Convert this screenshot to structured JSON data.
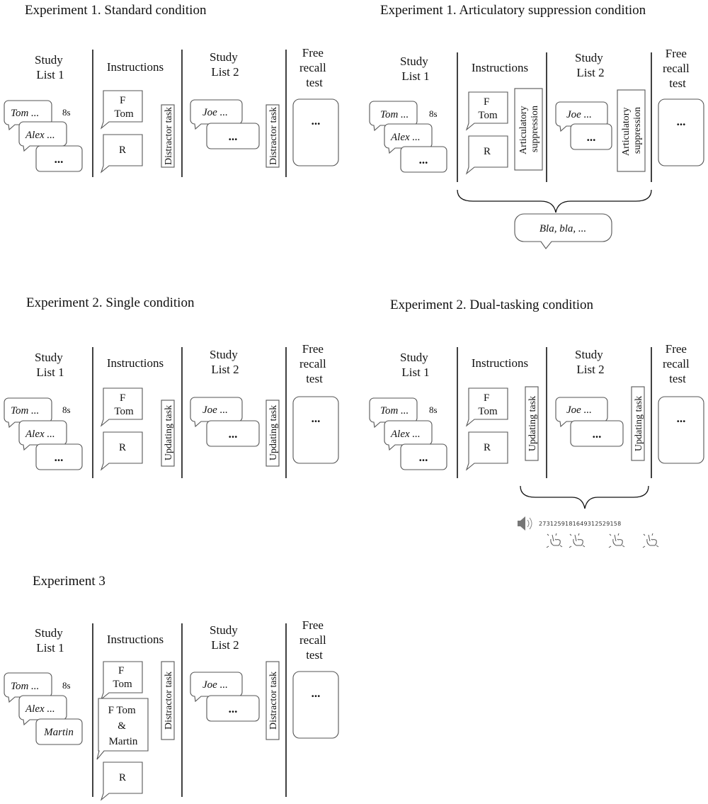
{
  "labels": {
    "study_list_1": [
      "Study",
      "List 1"
    ],
    "instructions": "Instructions",
    "study_list_2": [
      "Study",
      "List 2"
    ],
    "free_recall_test": [
      "Free",
      "recall",
      "test"
    ],
    "duration": "8s",
    "ellipsis": "...",
    "forget_cue": "F",
    "remember_cue": "R",
    "distractor_task": "Distractor task",
    "articulatory_suppression": [
      "Articulatory",
      "suppression"
    ],
    "updating_task": "Updating task"
  },
  "words": {
    "tom": "Tom ...",
    "alex": "Alex ...",
    "joe": "Joe ...",
    "tom_plain": "Tom",
    "martin": "Martin",
    "amp": "&"
  },
  "experiments": [
    {
      "id": "exp1-standard",
      "title": "Experiment  1. Standard condition"
    },
    {
      "id": "exp1-articulatory",
      "title": "Experiment  1. Articulatory  suppression condition",
      "speech": "Bla, bla, ..."
    },
    {
      "id": "exp2-single",
      "title": "Experiment  2. Single  condition"
    },
    {
      "id": "exp2-dual",
      "title": "Experiment  2. Dual-tasking  condition",
      "digits": "2731259181649312529158"
    },
    {
      "id": "exp3",
      "title": "Experiment  3"
    }
  ],
  "icons": [
    "speaker-icon",
    "tapping-hand-icon"
  ]
}
